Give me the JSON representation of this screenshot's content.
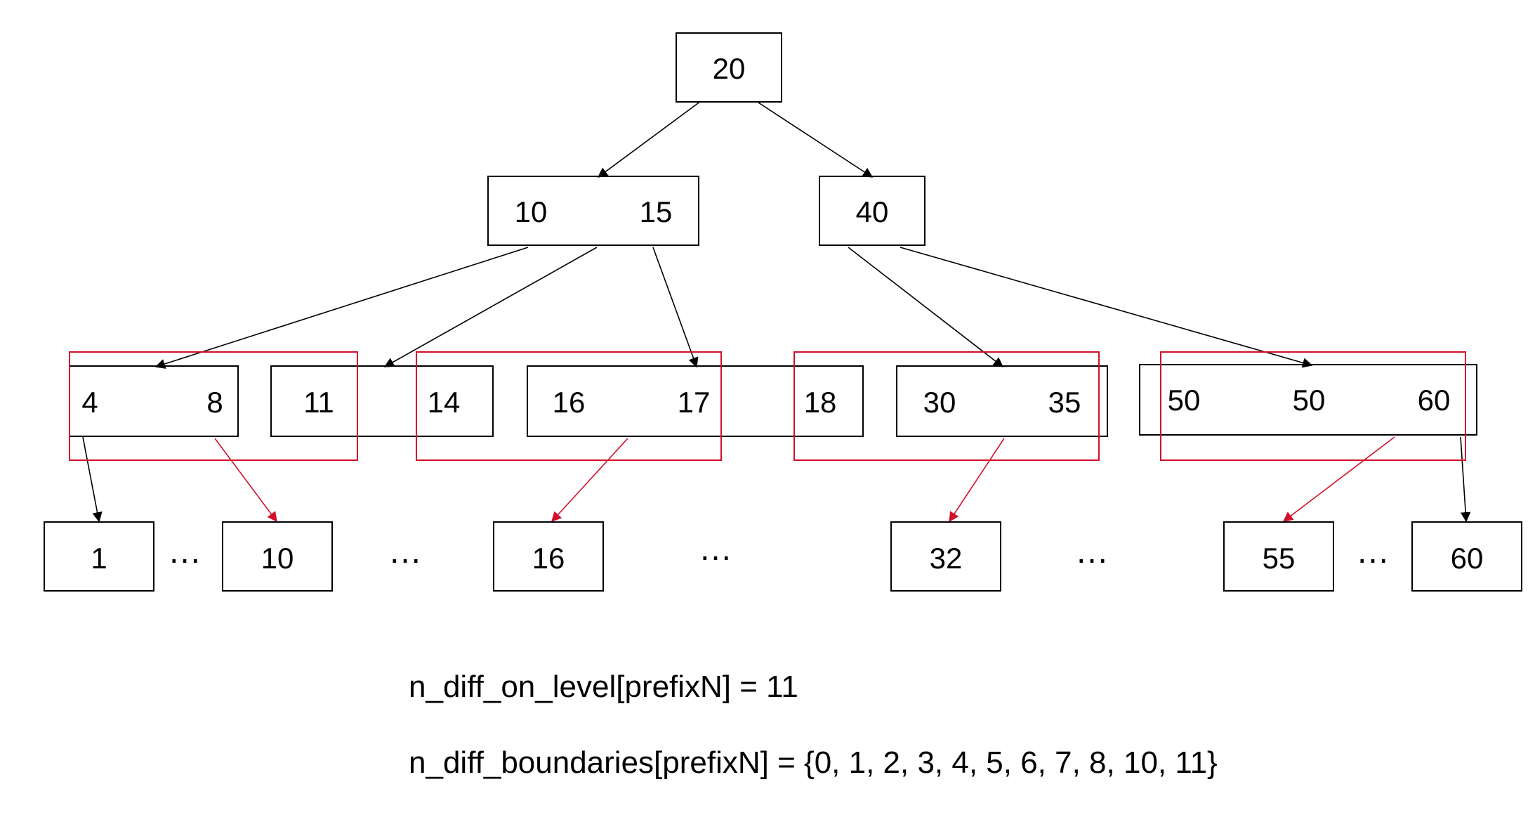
{
  "colors": {
    "node_border": "#000000",
    "group_border": "#d0102a",
    "edge": "#000000",
    "red_edge": "#d0102a"
  },
  "tree": {
    "root": {
      "keys": [
        "20"
      ]
    },
    "level1": [
      {
        "keys": [
          "10",
          "15"
        ]
      },
      {
        "keys": [
          "40"
        ]
      }
    ],
    "level2": [
      {
        "keys": [
          "4",
          "8"
        ]
      },
      {
        "keys": [
          "11",
          "14"
        ]
      },
      {
        "keys": [
          "16",
          "17",
          "18"
        ]
      },
      {
        "keys": [
          "30",
          "35"
        ]
      },
      {
        "keys": [
          "50",
          "50",
          "60"
        ]
      }
    ],
    "leaves": [
      "1",
      "10",
      "16",
      "32",
      "55",
      "60"
    ],
    "ellipsis": "…"
  },
  "formulas": {
    "line1": "n_diff_on_level[prefixN] = 11",
    "line2": "n_diff_boundaries[prefixN] = {0, 1, 2, 3, 4, 5, 6, 7, 8, 10, 11}"
  }
}
